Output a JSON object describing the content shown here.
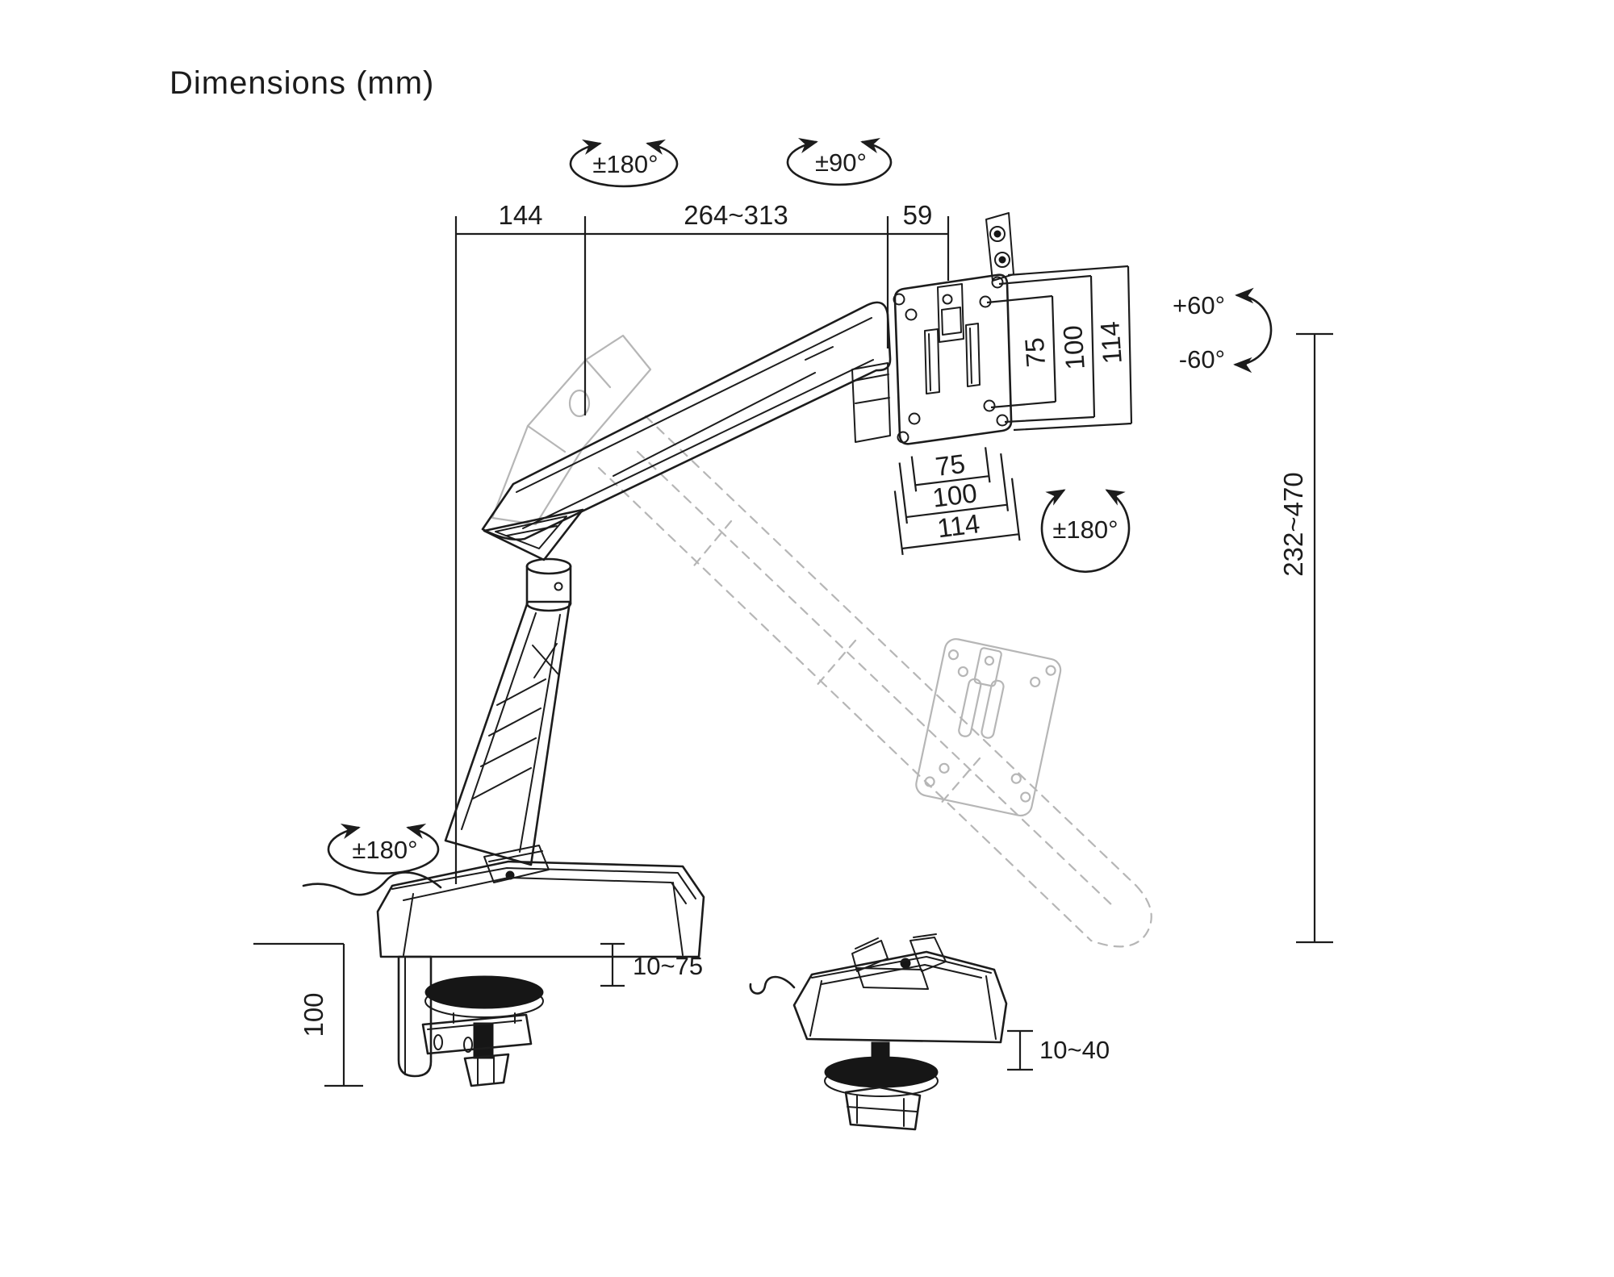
{
  "title": "Dimensions (mm)",
  "rotations": {
    "arm_swivel": "±180°",
    "head_swivel": "±90°",
    "tilt_up": "+60°",
    "tilt_down": "-60°",
    "vesa_rotation": "±180°",
    "base_swivel": "±180°"
  },
  "top_dimensions": {
    "base_arm": "144",
    "extension": "264~313",
    "head": "59"
  },
  "vesa": {
    "side": [
      "75",
      "100",
      "114"
    ],
    "bottom": [
      "75",
      "100",
      "114"
    ]
  },
  "height_range": "232~470",
  "desk": {
    "clamp_range": "10~75",
    "grommet_range": "10~40",
    "clamp_depth": "100"
  },
  "colors": {
    "line": "#1c1c1c",
    "ghost": "#b6b6b6",
    "background": "#ffffff"
  }
}
